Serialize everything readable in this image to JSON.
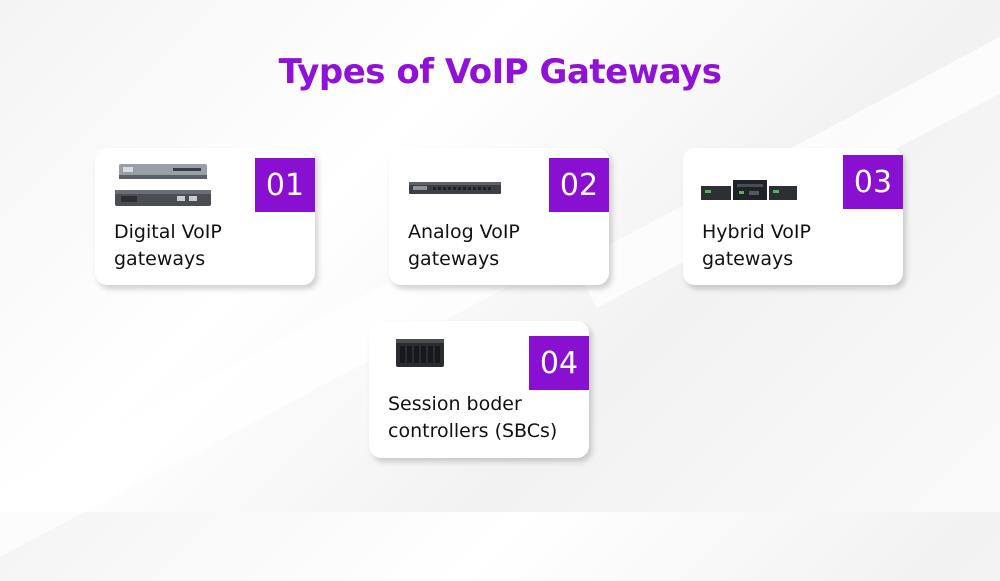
{
  "title": "Types of VoIP Gateways",
  "colors": {
    "accent": "#8a10d1",
    "title": "#8f12d6",
    "card_bg": "#ffffff",
    "text": "#111111"
  },
  "cards": [
    {
      "number": "01",
      "label": "Digital VoIP\ngateways",
      "image": "dual-rack-gateway-image"
    },
    {
      "number": "02",
      "label": "Analog VoIP\ngateways",
      "image": "flat-rack-gateway-image"
    },
    {
      "number": "03",
      "label": "Hybrid VoIP\ngateways",
      "image": "stacked-modules-gateway-image"
    },
    {
      "number": "04",
      "label": "Session boder\ncontrollers (SBCs)",
      "image": "chassis-sbc-image"
    }
  ]
}
